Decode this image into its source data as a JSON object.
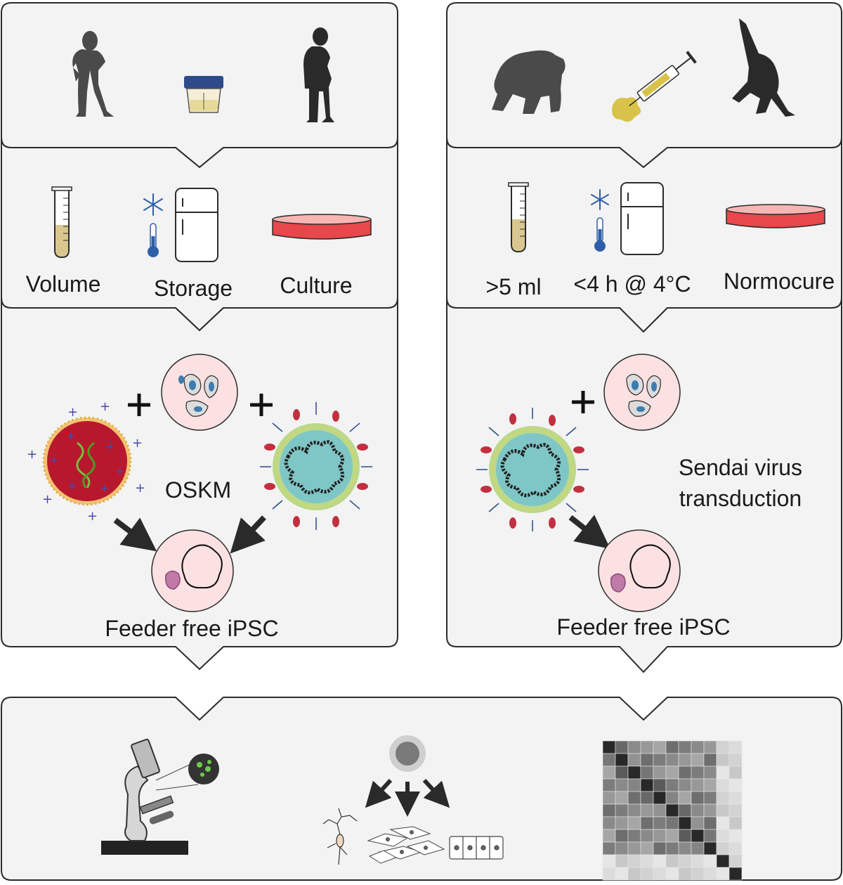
{
  "left_panel": {
    "labels": {
      "volume": "Volume",
      "storage": "Storage",
      "culture": "Culture"
    },
    "center_label": "OSKM",
    "result": "Feeder free iPSC",
    "icons": [
      "woman-silhouette-icon",
      "urine-cup-icon",
      "man-silhouette-icon",
      "test-tube-icon",
      "snowflake-icon",
      "thermometer-icon",
      "fridge-icon",
      "culture-dish-icon",
      "cell-circle-icon",
      "nanoparticle-icon",
      "sendai-virus-icon",
      "ipsc-colony-icon"
    ]
  },
  "right_panel": {
    "labels": {
      "volume": ">5 ml",
      "storage": "<4 h @ 4°C",
      "culture": "Normocure"
    },
    "center_label_line1": "Sendai virus",
    "center_label_line2": "transduction",
    "result": "Feeder free iPSC",
    "icons": [
      "gorilla-silhouette-icon",
      "syringe-icon",
      "chimpanzee-silhouette-icon",
      "test-tube-icon",
      "snowflake-icon",
      "thermometer-icon",
      "fridge-icon",
      "culture-dish-icon",
      "cell-circle-icon",
      "sendai-virus-icon",
      "ipsc-colony-icon"
    ]
  },
  "bottom_panel": {
    "icons": [
      "microscope-icon",
      "stem-cell-icon",
      "neuron-icon",
      "fibroblast-icon",
      "epithelial-cells-icon",
      "correlation-heatmap-icon"
    ]
  },
  "colors": {
    "panel_fill": "#f3f3f3",
    "panel_stroke": "#2b2b2b",
    "pink_circle": "#fbe1e1",
    "dish_red": "#e8474b",
    "virus_teal": "#7fc6c6",
    "nanoparticle_red": "#b8182d",
    "silhouette": "#4a4a4a"
  }
}
